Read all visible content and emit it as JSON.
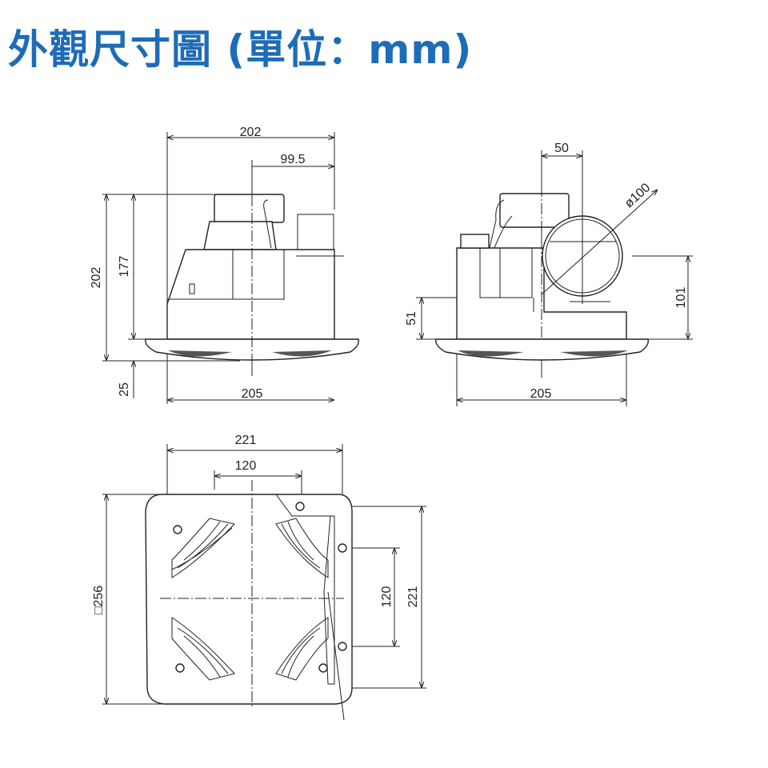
{
  "title": "外觀尺寸圖 (單位：mm)",
  "front_view": {
    "overall_width": "202",
    "offset_to_duct": "99.5",
    "overall_height": "202",
    "body_height": "177",
    "flange_height": "25",
    "grille_width": "205"
  },
  "side_view": {
    "duct_offset": "50",
    "duct_diameter": "ø100",
    "duct_center_height": "101",
    "lower_height": "51",
    "grille_width": "205"
  },
  "top_view": {
    "opening_width": "221",
    "duct_position": "120",
    "panel_size": "□256",
    "screw_spacing": "120",
    "opening_depth": "221"
  }
}
